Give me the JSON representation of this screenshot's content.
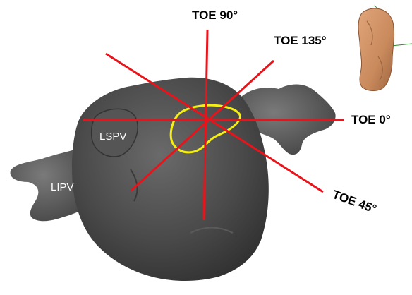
{
  "anatomy_labels": {
    "lspv": "LSPV",
    "lipv": "LIPV"
  },
  "toe_views": {
    "deg0": "TOE 0°",
    "deg45": "TOE 45°",
    "deg90": "TOE 90°",
    "deg135": "TOE 135°"
  },
  "colors": {
    "plane_lines": "#e8141b",
    "outline": "#f5ee10",
    "atrium": "#4a4a4a",
    "orientation_model": "#c98a5c",
    "label_dark": "#000000",
    "label_light": "#ffffff"
  }
}
